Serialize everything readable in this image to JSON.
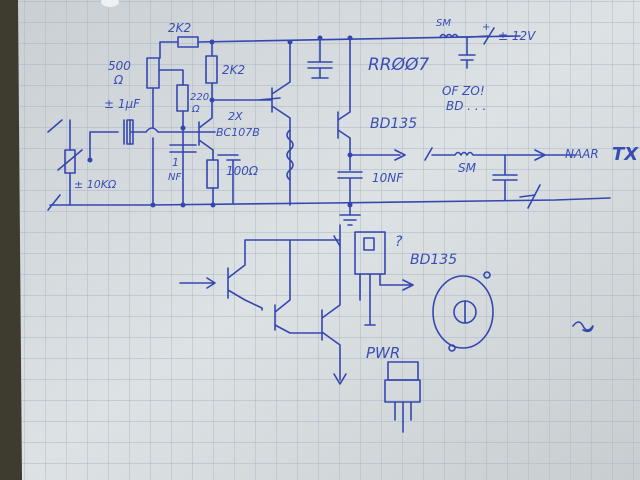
{
  "labels": {
    "r_top": "2K2",
    "pot_500": "500",
    "pot_500_unit": "Ω",
    "r_2k2": "2K2",
    "r_220": "220",
    "r_220_unit": "Ω",
    "cap_1uf": "± 1µF",
    "qty": "2X",
    "bc107b": "BC107B",
    "cap_1nf_a": "1",
    "cap_1nf_b": "NF",
    "r_100": "100Ω",
    "pot_10k": "± 10KΩ",
    "sm_top": "SM",
    "plus": "+",
    "supply": "± 12V",
    "title": "RRØØ7",
    "note1": "OF ZO!",
    "note2": "BD . . .",
    "bd135": "BD135",
    "cap_10nf": "10NF",
    "sm_out": "SM",
    "output": "NAAR",
    "output_tx": "TX",
    "question": "?",
    "bd135_pkg": "BD135",
    "pwr": "PWR"
  },
  "colors": {
    "ink": "#3447b0",
    "paper": "#d9dee2",
    "grid": "#a9b5c4"
  }
}
